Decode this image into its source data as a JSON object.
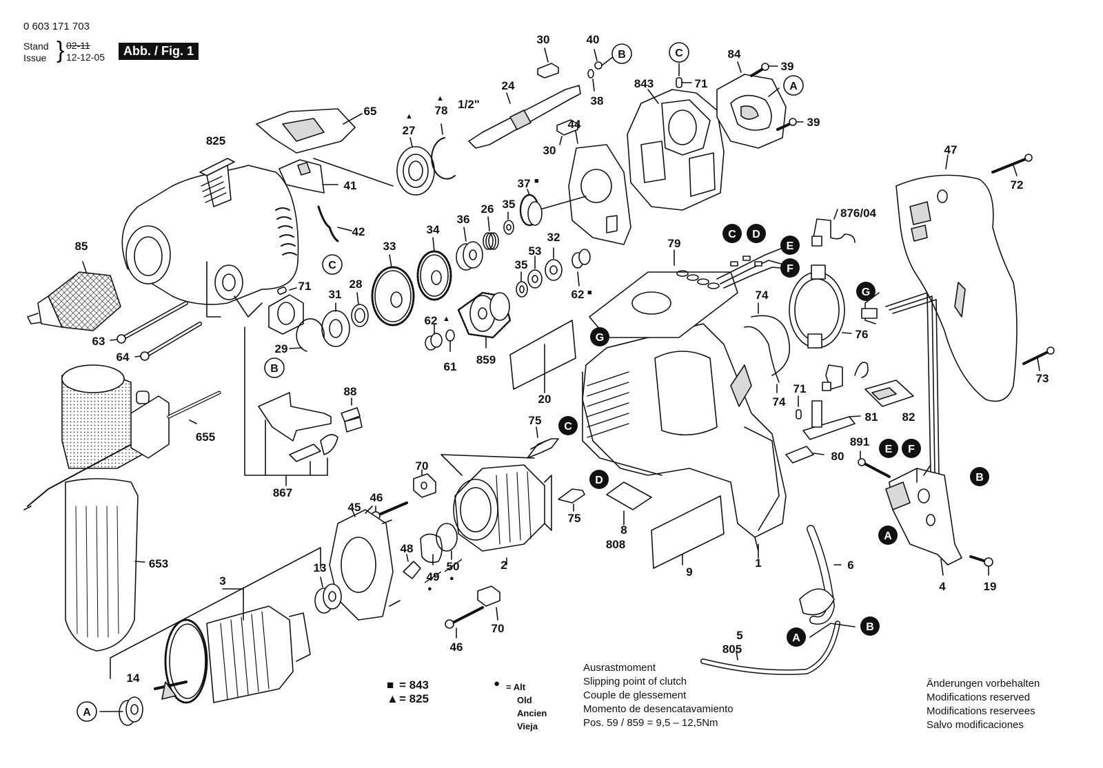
{
  "header": {
    "doc_number": "0 603 171 703",
    "stand_label": "Stand",
    "issue_label": "Issue",
    "stand_value": "02-11",
    "issue_value": "12-12-05",
    "figure_badge": "Abb. / Fig. 1"
  },
  "part_labels": [
    {
      "text": "30"
    },
    {
      "text": "40"
    },
    {
      "text": "38"
    },
    {
      "text": "24"
    },
    {
      "text": "1/2\""
    },
    {
      "text": "78"
    },
    {
      "text": "27"
    },
    {
      "text": "65"
    },
    {
      "text": "825"
    },
    {
      "text": "41"
    },
    {
      "text": "42"
    },
    {
      "text": "85"
    },
    {
      "text": "63"
    },
    {
      "text": "64"
    },
    {
      "text": "71"
    },
    {
      "text": "31"
    },
    {
      "text": "28"
    },
    {
      "text": "29"
    },
    {
      "text": "33"
    },
    {
      "text": "34"
    },
    {
      "text": "36"
    },
    {
      "text": "26"
    },
    {
      "text": "35"
    },
    {
      "text": "37"
    },
    {
      "text": "53"
    },
    {
      "text": "32"
    },
    {
      "text": "35"
    },
    {
      "text": "62"
    },
    {
      "text": "62"
    },
    {
      "text": "61"
    },
    {
      "text": "859"
    },
    {
      "text": "30"
    },
    {
      "text": "44"
    },
    {
      "text": "843"
    },
    {
      "text": "71"
    },
    {
      "text": "84"
    },
    {
      "text": "39"
    },
    {
      "text": "39"
    },
    {
      "text": "47"
    },
    {
      "text": "72"
    },
    {
      "text": "876/04"
    },
    {
      "text": "79"
    },
    {
      "text": "74"
    },
    {
      "text": "76"
    },
    {
      "text": "74"
    },
    {
      "text": "71"
    },
    {
      "text": "81"
    },
    {
      "text": "82"
    },
    {
      "text": "80"
    },
    {
      "text": "891"
    },
    {
      "text": "73"
    },
    {
      "text": "20"
    },
    {
      "text": "75"
    },
    {
      "text": "75"
    },
    {
      "text": "88"
    },
    {
      "text": "867"
    },
    {
      "text": "655"
    },
    {
      "text": "653"
    },
    {
      "text": "70"
    },
    {
      "text": "46"
    },
    {
      "text": "45"
    },
    {
      "text": "48"
    },
    {
      "text": "49"
    },
    {
      "text": "50"
    },
    {
      "text": "2"
    },
    {
      "text": "13"
    },
    {
      "text": "3"
    },
    {
      "text": "14"
    },
    {
      "text": "70"
    },
    {
      "text": "46"
    },
    {
      "text": "8"
    },
    {
      "text": "808"
    },
    {
      "text": "9"
    },
    {
      "text": "1"
    },
    {
      "text": "6"
    },
    {
      "text": "4"
    },
    {
      "text": "19"
    },
    {
      "text": "5"
    },
    {
      "text": "805"
    }
  ],
  "connector_markers": [
    {
      "letter": "B",
      "style": "open"
    },
    {
      "letter": "C",
      "style": "open"
    },
    {
      "letter": "A",
      "style": "open"
    },
    {
      "letter": "C",
      "style": "open"
    },
    {
      "letter": "B",
      "style": "open"
    },
    {
      "letter": "A",
      "style": "open"
    },
    {
      "letter": "C",
      "style": "filled"
    },
    {
      "letter": "D",
      "style": "filled"
    },
    {
      "letter": "E",
      "style": "filled"
    },
    {
      "letter": "F",
      "style": "filled"
    },
    {
      "letter": "G",
      "style": "filled"
    },
    {
      "letter": "G",
      "style": "filled"
    },
    {
      "letter": "C",
      "style": "filled"
    },
    {
      "letter": "D",
      "style": "filled"
    },
    {
      "letter": "E",
      "style": "filled"
    },
    {
      "letter": "F",
      "style": "filled"
    },
    {
      "letter": "B",
      "style": "filled"
    },
    {
      "letter": "A",
      "style": "filled"
    },
    {
      "letter": "A",
      "style": "filled"
    },
    {
      "letter": "B",
      "style": "filled"
    }
  ],
  "legend": {
    "square_symbol": "■",
    "square_ref": "= 843",
    "triangle_symbol": "▲",
    "triangle_ref": "= 825",
    "dot_symbol": "●",
    "alt_lines": [
      "= Alt",
      "Old",
      "Ancien",
      "Vieja"
    ]
  },
  "clutch_note": {
    "lines": [
      "Ausrastmoment",
      "Slipping point of clutch",
      "Couple de glessement",
      "Momento de desencatavamiento",
      "Pos.  59 / 859  =   9,5  –  12,5Nm"
    ]
  },
  "modification_note": {
    "lines": [
      "Änderungen vorbehalten",
      "Modifications reserved",
      "Modifications reservees",
      "Salvo modificaciones"
    ]
  },
  "colors": {
    "ink": "#111111",
    "paper": "#ffffff",
    "shade": "#d9d9d9"
  }
}
